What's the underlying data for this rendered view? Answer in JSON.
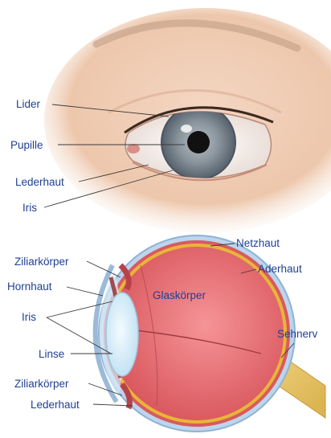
{
  "external_eye_labels": {
    "lids": "Lider",
    "pupil": "Pupille",
    "sclera": "Lederhaut",
    "iris": "Iris"
  },
  "cross_section_labels": {
    "ciliary_body_top": "Ziliarkörper",
    "cornea": "Hornhaut",
    "iris": "Iris",
    "lens": "Linse",
    "ciliary_body_bottom": "Ziliarkörper",
    "sclera": "Lederhaut",
    "retina": "Netzhaut",
    "choroid": "Aderhaut",
    "vitreous_body": "Glaskörper",
    "optic_nerve": "Sehnerv"
  },
  "colors": {
    "label_text": "#1f3f94",
    "skin": "#f0cdb5",
    "iris": "#7d8790",
    "vitreous": "#e46a6f",
    "retina_layer": "#e9b43a",
    "sclera_layer": "#a9c9e6",
    "optic_nerve": "#e8c567"
  }
}
